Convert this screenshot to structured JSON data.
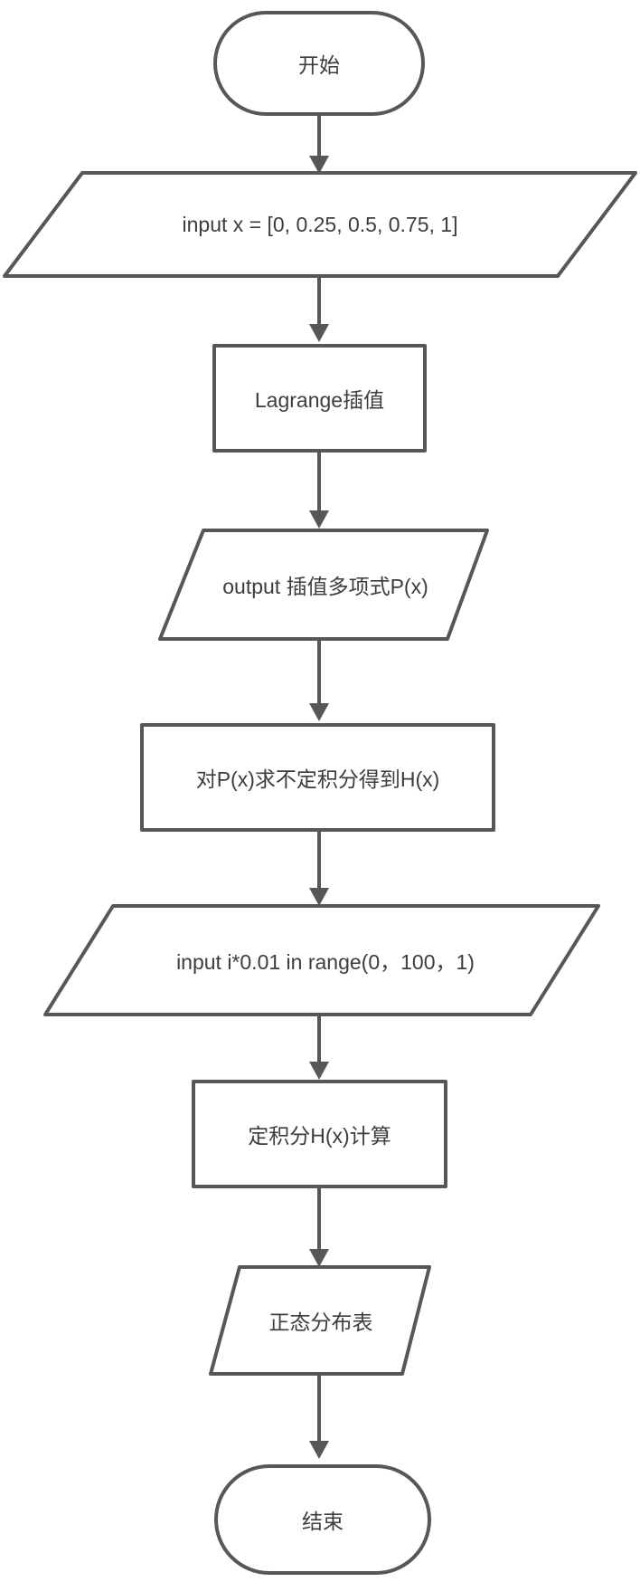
{
  "flowchart": {
    "background": "#ffffff",
    "colors": {
      "stroke": "#575757",
      "text": "#3d3d3d"
    },
    "nodes": {
      "start": {
        "type": "terminator",
        "label": "开始"
      },
      "input_x": {
        "type": "data-io",
        "label": "input x = [0, 0.25, 0.5, 0.75, 1]"
      },
      "lagrange": {
        "type": "process",
        "label": "Lagrange插值"
      },
      "output_poly": {
        "type": "data-io",
        "label": "output 插值多项式P(x)"
      },
      "indefinite": {
        "type": "process",
        "label": "对P(x)求不定积分得到H(x)"
      },
      "input_range": {
        "type": "data-io",
        "label": "input i*0.01 in range(0，100，1)"
      },
      "definite": {
        "type": "process",
        "label": "定积分H(x)计算"
      },
      "normal_table": {
        "type": "data-io",
        "label": "正态分布表"
      },
      "end": {
        "type": "terminator",
        "label": "结束"
      }
    },
    "edges": [
      {
        "from": "start",
        "to": "input_x"
      },
      {
        "from": "input_x",
        "to": "lagrange"
      },
      {
        "from": "lagrange",
        "to": "output_poly"
      },
      {
        "from": "output_poly",
        "to": "indefinite"
      },
      {
        "from": "indefinite",
        "to": "input_range"
      },
      {
        "from": "input_range",
        "to": "definite"
      },
      {
        "from": "definite",
        "to": "normal_table"
      },
      {
        "from": "normal_table",
        "to": "end"
      }
    ]
  }
}
